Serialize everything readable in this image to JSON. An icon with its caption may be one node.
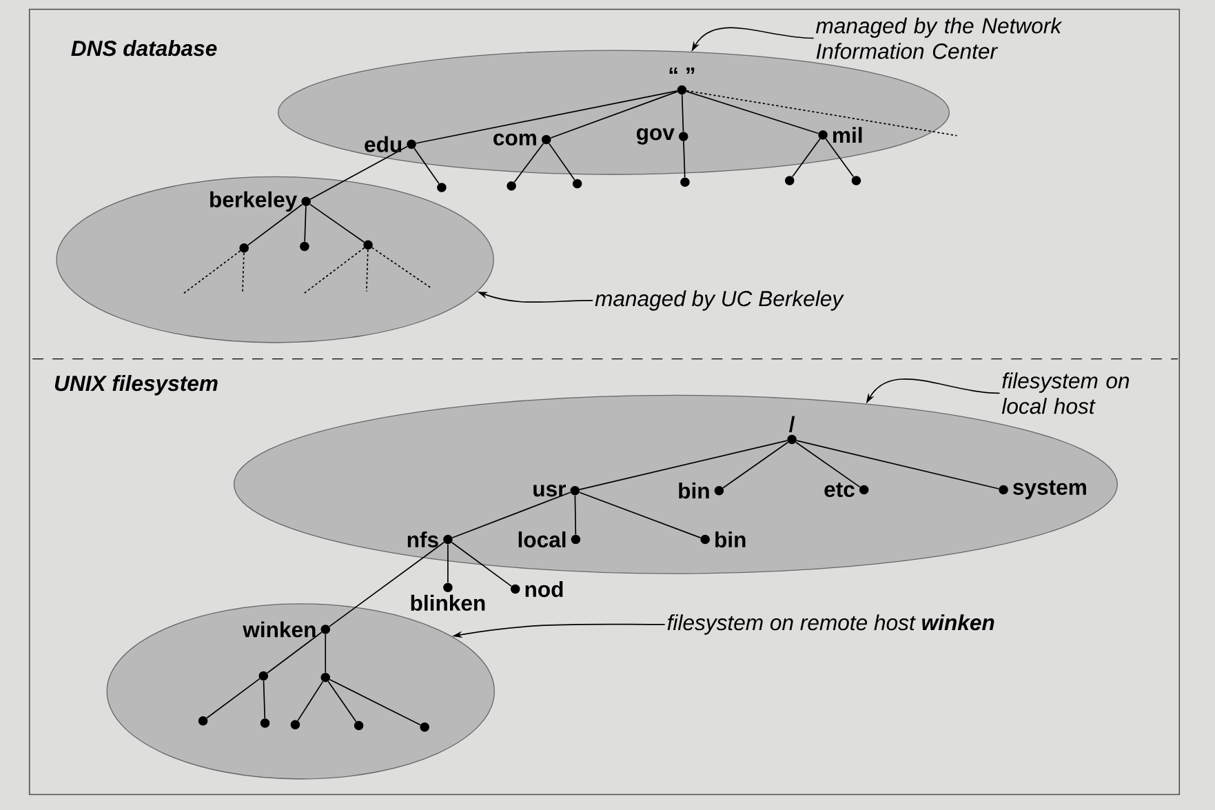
{
  "diagram": {
    "nodes": [
      {
        "text": [],
        "shape": "ellipse"
      },
      {
        "text": [
          "“ ”"
        ],
        "in": 0
      },
      {
        "text": [
          "edu"
        ],
        "in": 0
      },
      {
        "text": [
          "com"
        ],
        "in": 0
      },
      {
        "text": [
          "gov"
        ],
        "in": 0
      },
      {
        "text": [
          "mil"
        ],
        "in": 0
      },
      {
        "text": [],
        "shape": "circle"
      },
      {
        "text": [],
        "shape": "circle"
      },
      {
        "text": [],
        "shape": "circle"
      },
      {
        "text": [],
        "shape": "circle"
      },
      {
        "text": [],
        "shape": "circle"
      },
      {
        "text": [],
        "shape": "circle"
      },
      {
        "text": [],
        "shape": "ellipse"
      },
      {
        "text": [
          "berkeley"
        ],
        "in": 12
      },
      {
        "text": [],
        "shape": "circle",
        "in": 12
      },
      {
        "text": [],
        "shape": "circle",
        "in": 12
      },
      {
        "text": [],
        "shape": "circle",
        "in": 12
      },
      {
        "text": [
          "managed by the Network Information Center"
        ]
      },
      {
        "text": [
          "managed by UC Berkeley"
        ]
      },
      {
        "text": [],
        "shape": "ellipse"
      },
      {
        "text": [
          "/"
        ],
        "in": 19
      },
      {
        "text": [
          "usr"
        ],
        "in": 19
      },
      {
        "text": [
          "bin"
        ],
        "in": 19
      },
      {
        "text": [
          "etc"
        ],
        "in": 19
      },
      {
        "text": [
          "system"
        ],
        "in": 19
      },
      {
        "text": [
          "nfs"
        ],
        "in": 19
      },
      {
        "text": [
          "local"
        ],
        "in": 19
      },
      {
        "text": [
          "bin"
        ],
        "in": 19
      },
      {
        "text": [
          "blinken"
        ]
      },
      {
        "text": [
          "nod"
        ]
      },
      {
        "text": [],
        "shape": "ellipse"
      },
      {
        "text": [
          "winken"
        ],
        "in": 30
      },
      {
        "text": [],
        "shape": "circle",
        "in": 30
      },
      {
        "text": [],
        "shape": "circle",
        "in": 30
      },
      {
        "text": [],
        "shape": "circle",
        "in": 30
      },
      {
        "text": [],
        "shape": "circle",
        "in": 30
      },
      {
        "text": [],
        "shape": "circle",
        "in": 30
      },
      {
        "text": [],
        "shape": "circle",
        "in": 30
      },
      {
        "text": [],
        "shape": "circle",
        "in": 30
      },
      {
        "text": [
          "filesystem on local host"
        ]
      },
      {
        "text": [
          "filesystem on remote host **winken**"
        ]
      }
    ],
    "edges": [
      {
        "from": 1,
        "to": 2,
        "arrow": "none"
      },
      {
        "from": 1,
        "to": 3,
        "arrow": "none"
      },
      {
        "from": 1,
        "to": 4,
        "arrow": "none"
      },
      {
        "from": 1,
        "to": 5,
        "arrow": "none"
      },
      {
        "from": 1,
        "to": null,
        "arrow": "none",
        "style": "dashed"
      },
      {
        "from": 2,
        "to": 6,
        "arrow": "none"
      },
      {
        "from": 2,
        "to": 13,
        "arrow": "none"
      },
      {
        "from": 3,
        "to": 7,
        "arrow": "none"
      },
      {
        "from": 3,
        "to": 8,
        "arrow": "none"
      },
      {
        "from": 4,
        "to": 9,
        "arrow": "none"
      },
      {
        "from": 5,
        "to": 10,
        "arrow": "none"
      },
      {
        "from": 5,
        "to": 11,
        "arrow": "none"
      },
      {
        "from": 13,
        "to": 14,
        "arrow": "none"
      },
      {
        "from": 13,
        "to": 15,
        "arrow": "none"
      },
      {
        "from": 13,
        "to": 16,
        "arrow": "none"
      },
      {
        "from": 14,
        "to": null,
        "arrow": "none",
        "style": "dashed"
      },
      {
        "from": 14,
        "to": null,
        "arrow": "none",
        "style": "dashed"
      },
      {
        "from": 16,
        "to": null,
        "arrow": "none",
        "style": "dashed"
      },
      {
        "from": 16,
        "to": null,
        "arrow": "none",
        "style": "dashed"
      },
      {
        "from": 16,
        "to": null,
        "arrow": "none",
        "style": "dashed"
      },
      {
        "from": 17,
        "to": 0,
        "arrow": "to"
      },
      {
        "from": 18,
        "to": 12,
        "arrow": "to"
      },
      {
        "from": 20,
        "to": 21,
        "arrow": "none"
      },
      {
        "from": 20,
        "to": 22,
        "arrow": "none"
      },
      {
        "from": 20,
        "to": 23,
        "arrow": "none"
      },
      {
        "from": 20,
        "to": 24,
        "arrow": "none"
      },
      {
        "from": 21,
        "to": 25,
        "arrow": "none"
      },
      {
        "from": 21,
        "to": 26,
        "arrow": "none"
      },
      {
        "from": 21,
        "to": 27,
        "arrow": "none"
      },
      {
        "from": 25,
        "to": 28,
        "arrow": "none"
      },
      {
        "from": 25,
        "to": 29,
        "arrow": "none"
      },
      {
        "from": 25,
        "to": 31,
        "arrow": "none"
      },
      {
        "from": 31,
        "to": 32,
        "arrow": "none"
      },
      {
        "from": 31,
        "to": 33,
        "arrow": "none"
      },
      {
        "from": 32,
        "to": 34,
        "arrow": "none"
      },
      {
        "from": 32,
        "to": 35,
        "arrow": "none"
      },
      {
        "from": 33,
        "to": 36,
        "arrow": "none"
      },
      {
        "from": 33,
        "to": 37,
        "arrow": "none"
      },
      {
        "from": 33,
        "to": 38,
        "arrow": "none"
      },
      {
        "from": 39,
        "to": 19,
        "arrow": "to"
      },
      {
        "from": 40,
        "to": 30,
        "arrow": "to"
      }
    ],
    "labels": [
      "DNS database",
      "UNIX filesystem"
    ]
  }
}
